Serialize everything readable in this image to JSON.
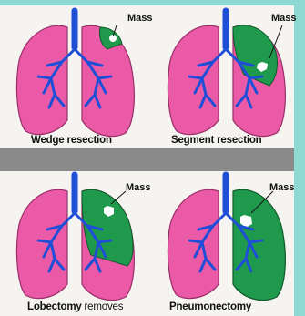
{
  "panels": [
    {
      "caption": "Wedge resection",
      "caption_extra": "",
      "mass_label": "Mass"
    },
    {
      "caption": "Segment resection",
      "caption_extra": "",
      "mass_label": "Mass"
    },
    {
      "caption": "Lobectomy",
      "caption_extra": "removes",
      "mass_label": "Mass"
    },
    {
      "caption": "Pneumonectomy",
      "caption_extra": "",
      "mass_label": "Mass"
    }
  ],
  "colors": {
    "lung_pink": "#ea5aa6",
    "resected_green": "#1f9a4c",
    "airway_blue": "#1f4fd6",
    "mass_white": "#ffffff",
    "band_gray": "#8a8a8a",
    "accent_teal": "#8fd9d3"
  }
}
